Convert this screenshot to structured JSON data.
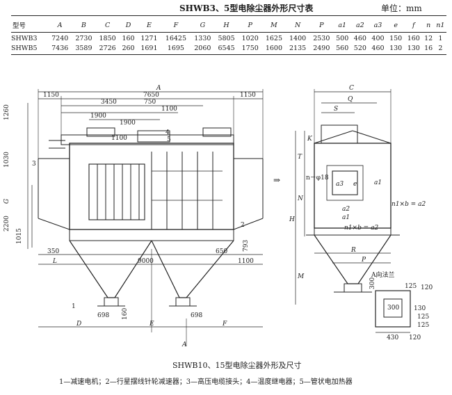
{
  "header": {
    "title": "SHWB3、5型电除尘器外形尺寸表",
    "unit": "单位：mm"
  },
  "table": {
    "columns": [
      "型号",
      "A",
      "B",
      "C",
      "D",
      "E",
      "F",
      "G",
      "H",
      "P",
      "M",
      "N",
      "P",
      "a1",
      "a2",
      "a3",
      "e",
      "f",
      "n",
      "n1"
    ],
    "rows": [
      [
        "SHWB3",
        "7240",
        "2730",
        "1850",
        "160",
        "1271",
        "16425",
        "1330",
        "5805",
        "1020",
        "1625",
        "1400",
        "2530",
        "500",
        "460",
        "400",
        "150",
        "160",
        "12",
        "1"
      ],
      [
        "SHWB5",
        "7436",
        "3589",
        "2726",
        "260",
        "1691",
        "1695",
        "2060",
        "6545",
        "1750",
        "1600",
        "2135",
        "2490",
        "560",
        "520",
        "460",
        "130",
        "130",
        "16",
        "2"
      ]
    ]
  },
  "drawing": {
    "front": {
      "A": "A",
      "d7650": "7650",
      "d1150a": "1150",
      "d1150b": "1150",
      "d3450": "3450",
      "d750": "750",
      "d1100a": "1100",
      "d1900a": "1900",
      "d1900b": "1900",
      "d1100b": "1100",
      "d1260": "1260",
      "d1030": "1030",
      "d2200": "2200",
      "d1015": "1015",
      "d350": "350",
      "d650": "650",
      "d793": "793",
      "d9000": "9000",
      "d1100c": "1100",
      "d698a": "698",
      "d160": "160",
      "d698b": "698",
      "G": "G",
      "L": "L",
      "D": "D",
      "E": "E",
      "F": "F",
      "n1": "1",
      "n2": "2",
      "n3": "3",
      "n4": "4",
      "n5": "5",
      "arrowA": "A"
    },
    "side": {
      "C": "C",
      "Q": "Q",
      "S": "S",
      "K": "K",
      "T": "T",
      "N": "N",
      "H": "H",
      "M": "M",
      "R": "R",
      "P": "P",
      "phi": "n－φ18",
      "a3": "a3",
      "e": "e",
      "a1v": "a1",
      "a2": "a2",
      "a1h": "a1",
      "nb1": "n1×b = a2",
      "nb2": "n1×b = a2",
      "arrowH": "⇒"
    },
    "flange": {
      "title": "A向法兰",
      "d300a": "300",
      "d125a": "125",
      "d120a": "120",
      "d300b": "300",
      "d130": "130",
      "d125b": "125",
      "d125c": "125",
      "d430": "430",
      "d120b": "120"
    }
  },
  "caption": "SHWB10、15型电除尘器外形及尺寸",
  "legend": "1—减速电机；2—行星摆线针轮减速器；3—高压电缆接头；4—温度继电器；5—管状电加热器"
}
